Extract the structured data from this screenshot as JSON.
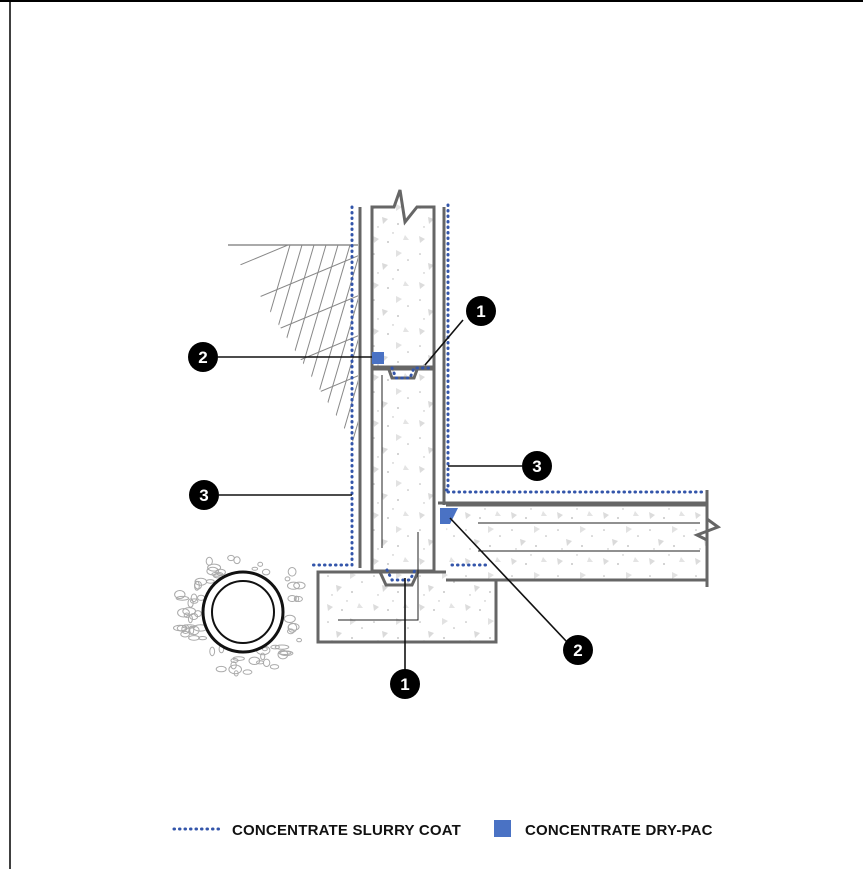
{
  "callouts": {
    "c1_upper": "1",
    "c1_lower": "1",
    "c2_left": "2",
    "c2_right": "2",
    "c3_left": "3",
    "c3_right": "3"
  },
  "legend": {
    "slurry_label": "CONCENTRATE SLURRY COAT",
    "drypac_label": "CONCENTRATE DRY-PAC"
  },
  "colors": {
    "slurry_dots": "#3355aa",
    "drypac_fill": "#4a72c4",
    "wall_stroke": "#666666",
    "callout_fill": "#000000"
  }
}
